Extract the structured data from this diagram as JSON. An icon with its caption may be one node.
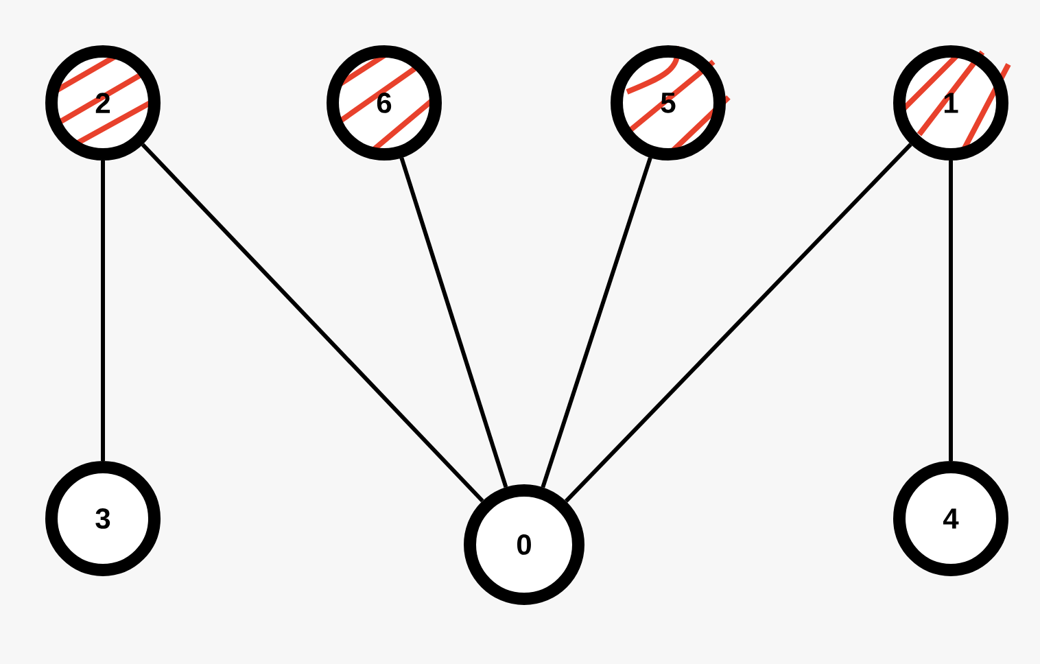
{
  "diagram": {
    "nodes": [
      {
        "text": [
          "2"
        ]
      },
      {
        "text": [
          "6"
        ]
      },
      {
        "text": [
          "5"
        ]
      },
      {
        "text": [
          "1"
        ]
      },
      {
        "text": [
          "3"
        ]
      },
      {
        "text": [
          "0"
        ]
      },
      {
        "text": [
          "4"
        ]
      }
    ],
    "edges": [
      {
        "from": 0,
        "to": 4,
        "arrow": "none"
      },
      {
        "from": 0,
        "to": 5,
        "arrow": "none"
      },
      {
        "from": 1,
        "to": 5,
        "arrow": "none"
      },
      {
        "from": 2,
        "to": 5,
        "arrow": "none"
      },
      {
        "from": 3,
        "to": 5,
        "arrow": "none"
      },
      {
        "from": 3,
        "to": 6,
        "arrow": "none"
      }
    ]
  }
}
